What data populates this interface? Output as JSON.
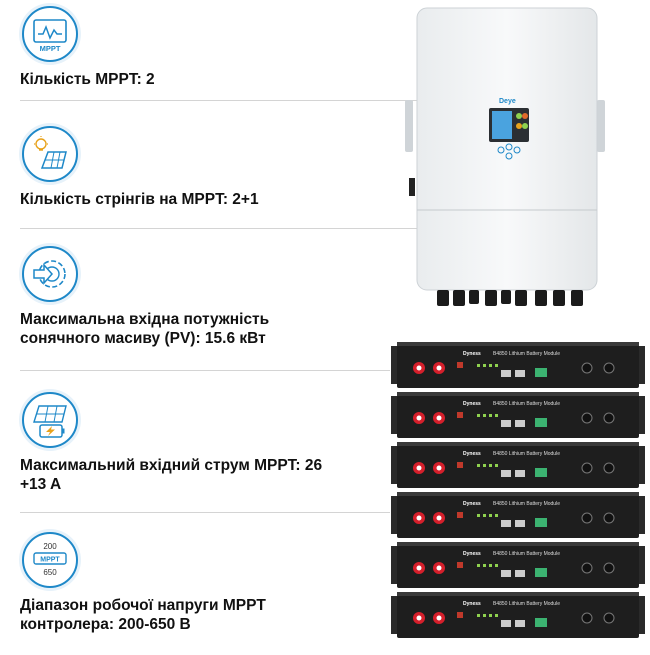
{
  "features": [
    {
      "icon": "mppt-chart-icon",
      "badge": "MPPT",
      "text": "Кількість MPPT: 2"
    },
    {
      "icon": "solar-panel-bulb-icon",
      "text": "Кількість стрінгів на MPPT: 2+1"
    },
    {
      "icon": "power-gear-arrow-icon",
      "text": "Максимальна вхідна потужність сонячного масиву (PV): 15.6 кВт"
    },
    {
      "icon": "solar-panel-battery-icon",
      "text": "Максимальний вхідний струм MPPT: 26 +13 A"
    },
    {
      "icon": "voltage-range-icon",
      "range_top": "200",
      "range_mid": "MPPT",
      "range_bottom": "650",
      "text": "Діапазон робочої напруги MPPT контролера: 200-650 В"
    }
  ],
  "product": {
    "inverter_brand": "Deye",
    "battery_brand": "Dyness",
    "battery_model": "B4850 Lithium Battery Module",
    "battery_count": 6
  },
  "colors": {
    "accent": "#1e88c8",
    "text": "#111111",
    "divider": "#d4d4d4",
    "battery_body": "#1e1e1e",
    "terminal_red": "#d61f2b"
  }
}
